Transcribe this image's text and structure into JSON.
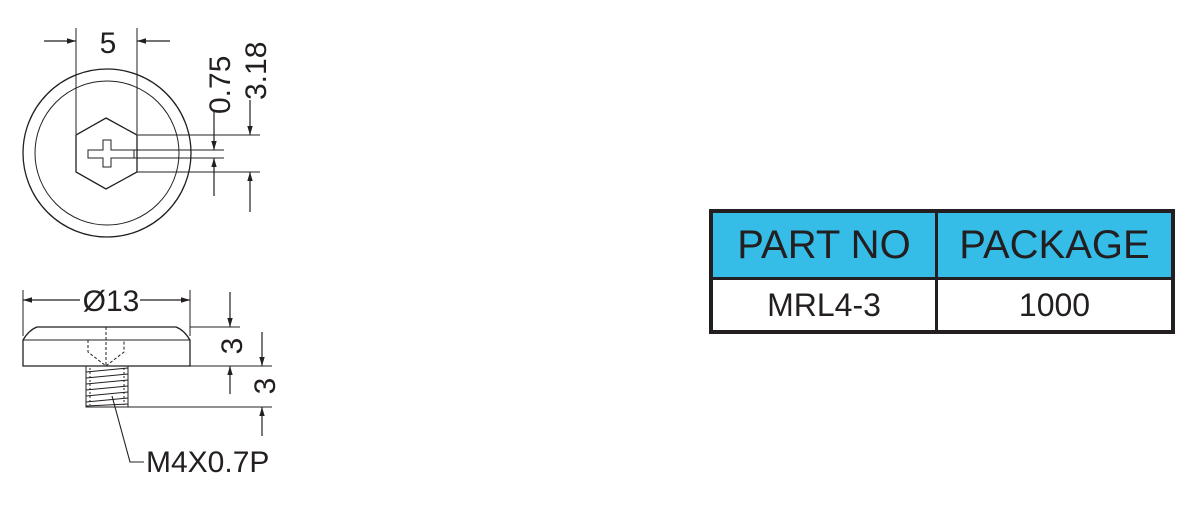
{
  "drawing": {
    "top_view": {
      "width_label": "5",
      "slot_label": "0.75",
      "height_label": "3.18"
    },
    "side_view": {
      "diameter_label": "Ø13",
      "cap_height_label": "3",
      "thread_length_label": "3",
      "thread_callout": "M4X0.7P"
    }
  },
  "spec_table": {
    "header_color": "#35bde8",
    "headers": [
      "PART NO",
      "PACKAGE"
    ],
    "rows": [
      {
        "part_no": "MRL4-3",
        "package": "1000"
      }
    ]
  }
}
